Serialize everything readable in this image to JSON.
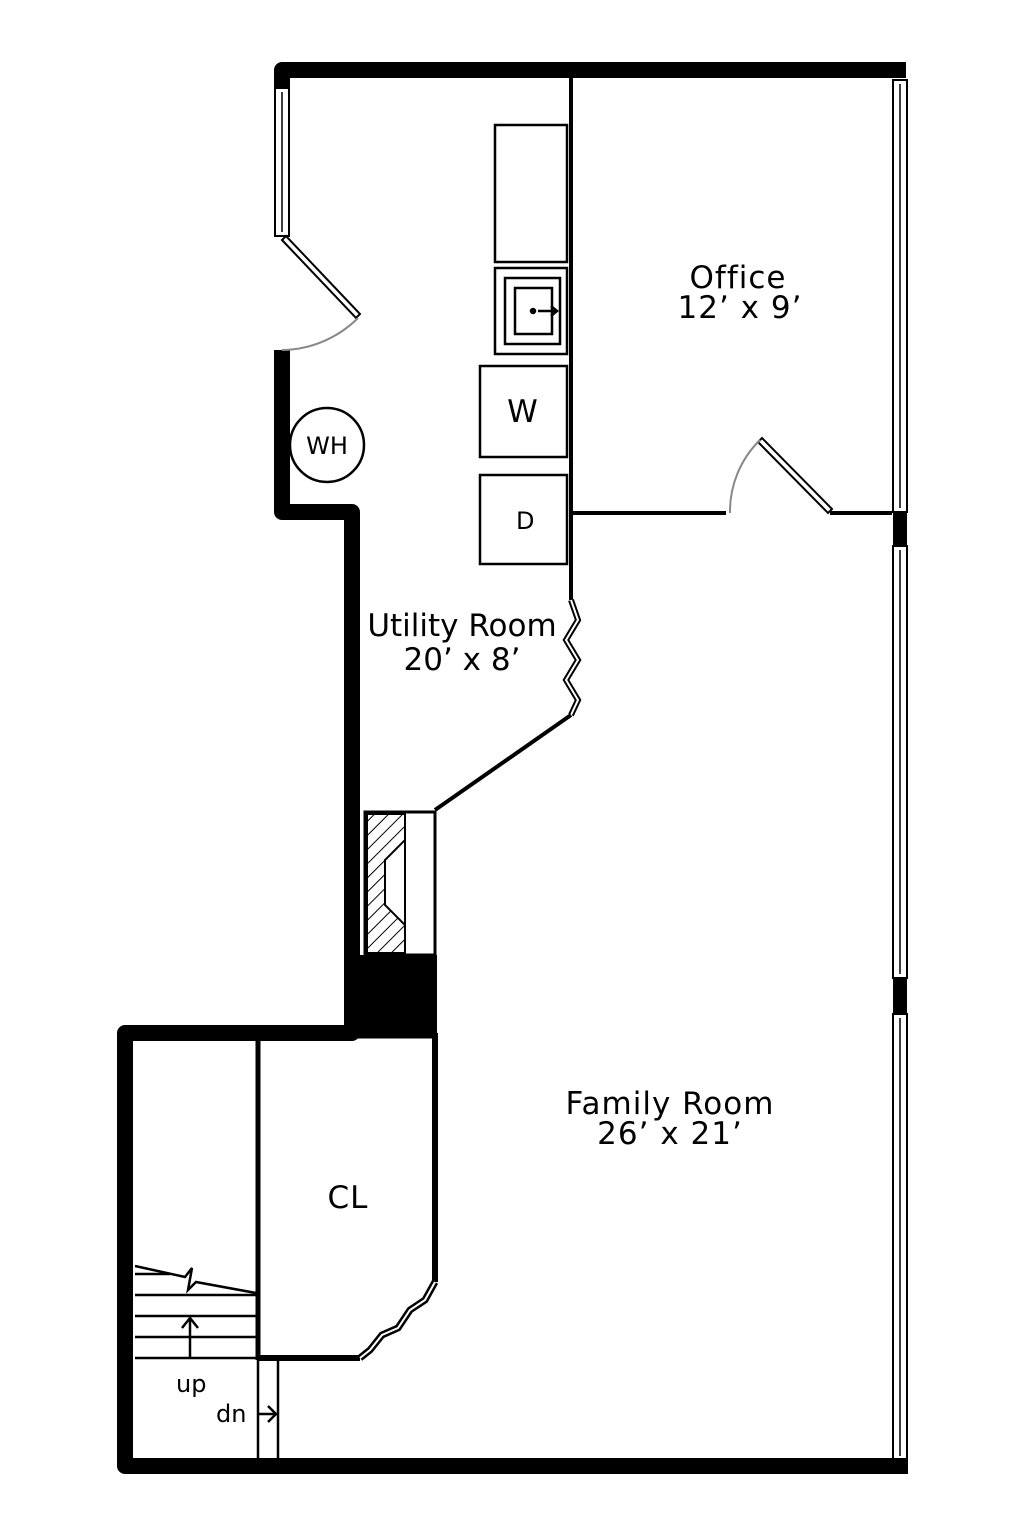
{
  "rooms": {
    "office": {
      "name": "Office",
      "size": "12’ x 9’"
    },
    "utility": {
      "name": "Utility Room",
      "size": "20’ x 8’"
    },
    "family": {
      "name": "Family Room",
      "size": "26’ x 21’"
    },
    "closet": {
      "name": "CL"
    }
  },
  "fixtures": {
    "water_heater": "WH",
    "washer": "W",
    "dryer": "D"
  },
  "stairs": {
    "up": "up",
    "down": "dn"
  }
}
